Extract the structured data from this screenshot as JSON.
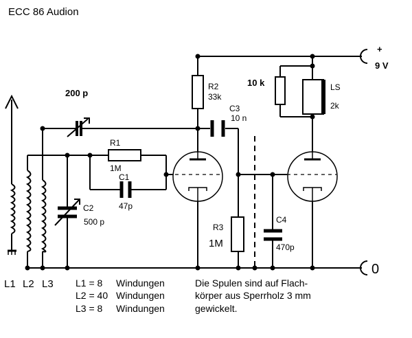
{
  "title": "ECC 86 Audion",
  "supply": {
    "plus": "+",
    "voltage": "9  V",
    "ground": "0"
  },
  "components": {
    "variable_cap": "200 p",
    "r1": {
      "name": "R1",
      "value": "1M"
    },
    "c1": {
      "name": "C1",
      "value": "47p"
    },
    "c2": {
      "name": "C2",
      "value": "500 p"
    },
    "r2": {
      "name": "R2",
      "value": "33k"
    },
    "c3": {
      "name": "C3",
      "value": "10 n"
    },
    "r3": {
      "name": "R3",
      "value": "1M"
    },
    "c4": {
      "name": "C4",
      "value": "470p"
    },
    "speaker_resistor": "10 k",
    "speaker": {
      "name": "LS",
      "value": "2k"
    }
  },
  "coils": [
    "L1",
    "L2",
    "L3"
  ],
  "windings": [
    {
      "coil": "L1 = 8",
      "turns": "Windungen"
    },
    {
      "coil": "L2 = 40",
      "turns": "Windungen"
    },
    {
      "coil": "L3 = 8",
      "turns": "Windungen"
    }
  ],
  "note_lines": [
    "Die Spulen sind auf Flach-",
    "körper aus Sperrholz 3 mm",
    "gewickelt."
  ]
}
